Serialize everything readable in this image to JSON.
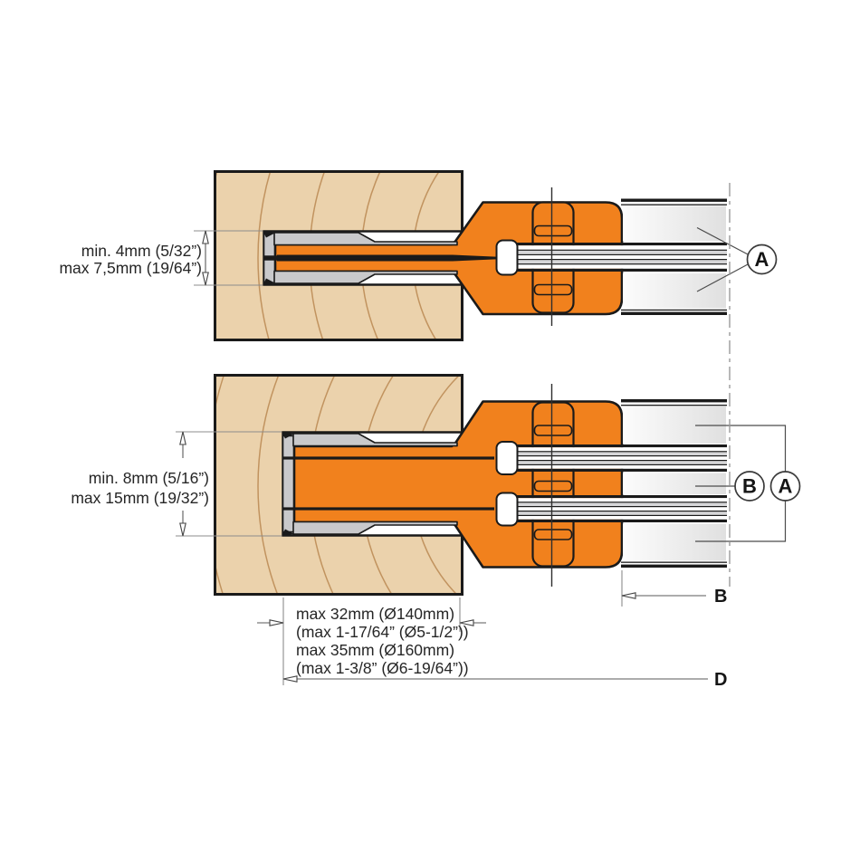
{
  "colors": {
    "orange": "#F1811D",
    "wood": "#EBD2AC",
    "wood_grain": "#C1935F",
    "steel_gray": "#C9C9CB",
    "outline": "#1A1A1A"
  },
  "top_view": {
    "depth_label_line1": "min. 4mm (5/32”)",
    "depth_label_line2": "max 7,5mm (19/64”)",
    "callout_a": "A"
  },
  "bottom_view": {
    "depth_label_line1": "min. 8mm (5/16”)",
    "depth_label_line2": "max 15mm (19/32”)",
    "callout_b": "B",
    "callout_a": "A"
  },
  "width_dimension": {
    "specs": [
      "max 32mm (Ø140mm)",
      "(max 1-17/64” (Ø5-1/2”))",
      "max 35mm (Ø160mm)",
      "(max 1-3/8” (Ø6-19/64”))"
    ],
    "label_b": "B",
    "label_d": "D"
  }
}
